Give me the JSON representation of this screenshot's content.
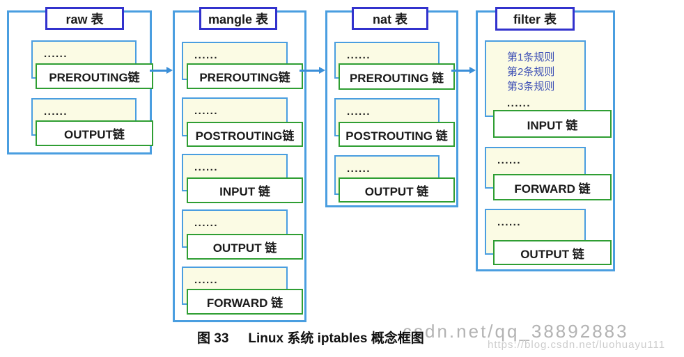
{
  "tables": [
    {
      "title": "raw 表",
      "groups": [
        {
          "dots": "......",
          "chain": "PREROUTING链"
        },
        {
          "dots": "......",
          "chain": "OUTPUT链"
        }
      ]
    },
    {
      "title": "mangle 表",
      "groups": [
        {
          "dots": "......",
          "chain": "PREROUTING链"
        },
        {
          "dots": "......",
          "chain": "POSTROUTING链"
        },
        {
          "dots": "......",
          "chain": "INPUT 链"
        },
        {
          "dots": "......",
          "chain": "OUTPUT 链"
        },
        {
          "dots": "......",
          "chain": "FORWARD 链"
        }
      ]
    },
    {
      "title": "nat 表",
      "groups": [
        {
          "dots": "......",
          "chain": "PREROUTING 链"
        },
        {
          "dots": "......",
          "chain": "POSTROUTING 链"
        },
        {
          "dots": "......",
          "chain": "OUTPUT 链"
        }
      ]
    },
    {
      "title": "filter 表",
      "groups": [
        {
          "rules": [
            "第1条规则",
            "第2条规则",
            "第3条规则"
          ],
          "dots": "......",
          "chain": "INPUT 链"
        },
        {
          "dots": "......",
          "chain": "FORWARD 链"
        },
        {
          "dots": "......",
          "chain": "OUTPUT 链"
        }
      ]
    }
  ],
  "caption": {
    "fig_label": "图 33",
    "text": "Linux 系统 iptables 概念框图"
  },
  "watermarks": {
    "line1": "csdn.net/qq_38892883",
    "line2": "https://blog.csdn.net/luohuayu111"
  },
  "colors": {
    "container-border": "#4a9ee0",
    "title-border": "#3232cd",
    "chain-border": "#2f9e33",
    "group-fill": "#fbfbe4",
    "rules-text": "#3d4fb5",
    "arrow": "#3b8fd8",
    "watermark1": "#b3b3b3",
    "watermark2": "#cccccc"
  }
}
